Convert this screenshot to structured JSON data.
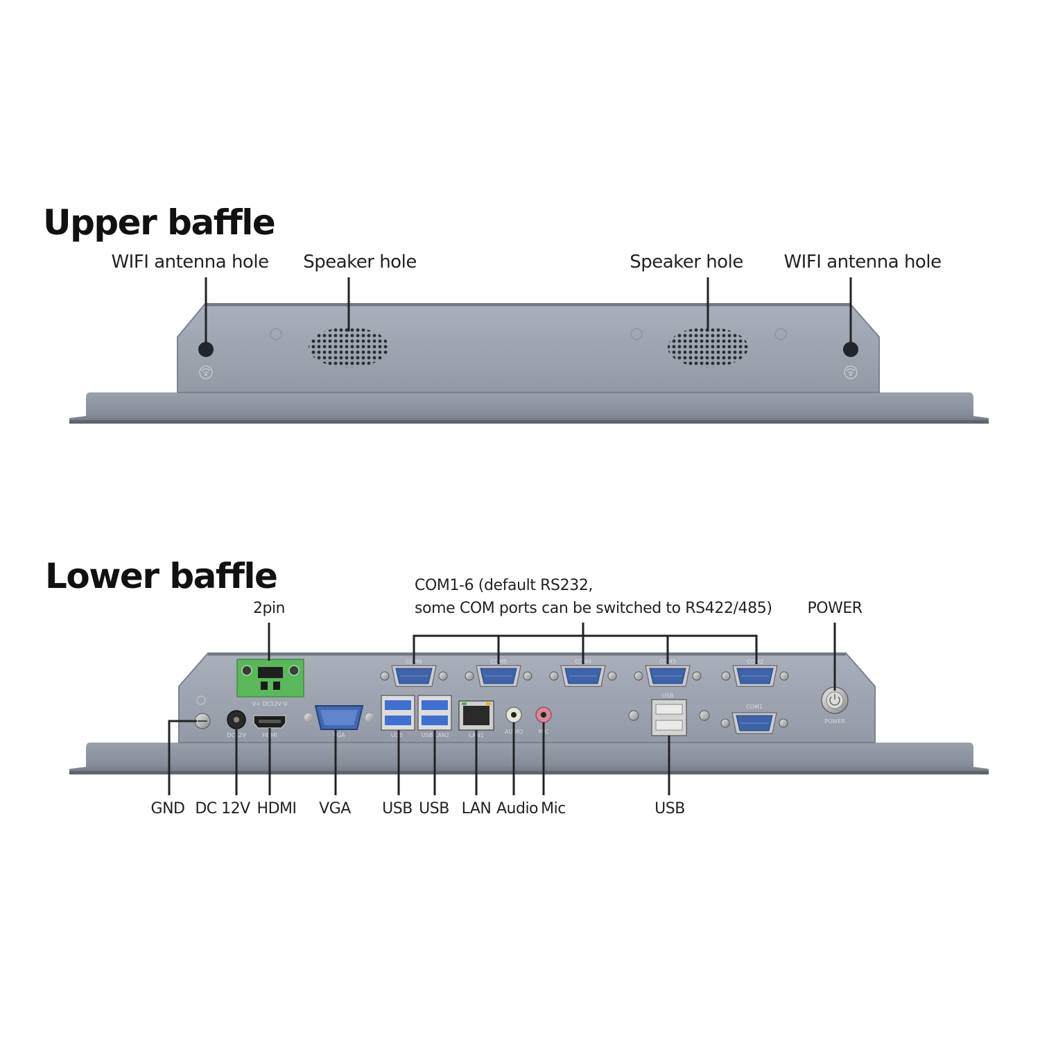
{
  "upper": {
    "title": "Upper baffle",
    "labels": {
      "wifi_left": "WIFI antenna hole",
      "speaker_left": "Speaker hole",
      "speaker_right": "Speaker hole",
      "wifi_right": "WIFI antenna hole"
    }
  },
  "lower": {
    "title": "Lower baffle",
    "labels": {
      "twopin": "2pin",
      "com_line1": "COM1-6 (default RS232,",
      "com_line2": "some COM ports can be switched to RS422/485)",
      "power": "POWER",
      "gnd": "GND",
      "dc12v": "DC 12V",
      "hdmi": "HDMI",
      "vga": "VGA",
      "usb1": "USB",
      "usb2": "USB",
      "lan": "LAN",
      "audio": "Audio",
      "mic": "Mic",
      "usb3": "USB"
    },
    "silk": {
      "com6": "COM6",
      "com5": "COM5",
      "com4": "COM4",
      "com3": "COM3",
      "com2": "COM2",
      "com1": "COM1",
      "usb_top": "USB",
      "power": "POWER",
      "dc": "DC12V",
      "hdmi": "HDMI",
      "vga": "VGA",
      "usb_a": "USB",
      "usb_b": "USB LAN2",
      "lan1": "LAN1",
      "audio": "AUDIO",
      "mic": "MIC",
      "terminal": "V+  DC12V  V-"
    }
  },
  "colors": {
    "panel": "#9ca2ae",
    "panel_dark": "#7f8591",
    "bezel": "#8e949f",
    "db9_blue": "#3f63a8",
    "terminal_green": "#59b95a",
    "vga_blue": "#4368b3",
    "usb_blue": "#3f6fd0",
    "mic_pink": "#d8889a"
  }
}
